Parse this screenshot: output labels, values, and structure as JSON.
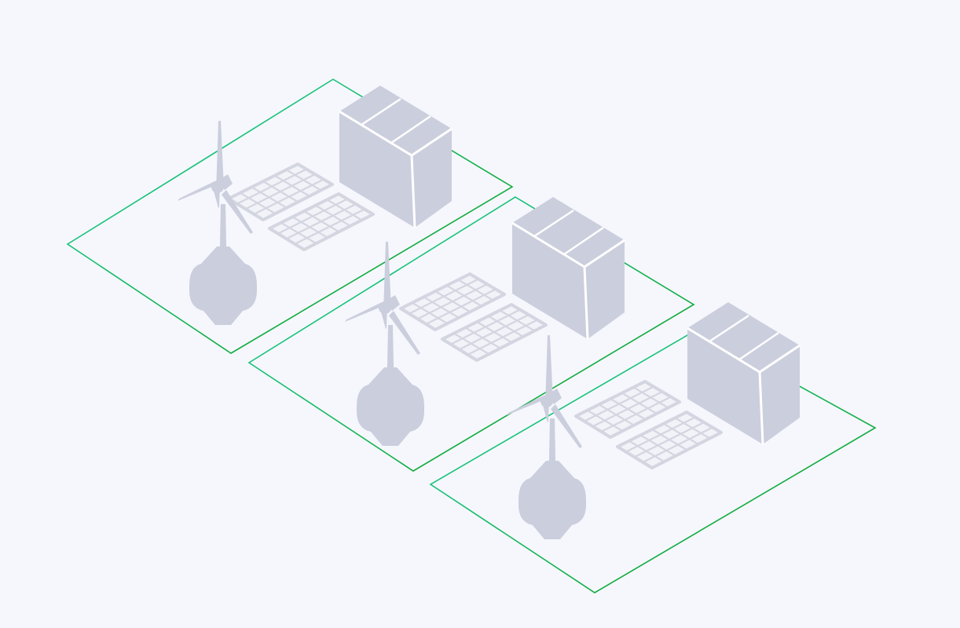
{
  "colors": {
    "background": "#f5f7fc",
    "shape_fill": "#cbcedd",
    "panel_fill": "#f2f3f8",
    "panel_stroke": "#d3d6e0",
    "outline_start": "#1ed4a4",
    "outline_end": "#0e9a14",
    "seam": "#ffffff"
  },
  "scene": {
    "sites": [
      {
        "id": "site-1",
        "components": [
          "plot-outline",
          "wind-turbine-icon",
          "solar-panel-icon",
          "solar-panel-icon",
          "battery-container-icon"
        ]
      },
      {
        "id": "site-2",
        "components": [
          "plot-outline",
          "wind-turbine-icon",
          "solar-panel-icon",
          "solar-panel-icon",
          "battery-container-icon"
        ]
      },
      {
        "id": "site-3",
        "components": [
          "plot-outline",
          "wind-turbine-icon",
          "solar-panel-icon",
          "solar-panel-icon",
          "battery-container-icon"
        ]
      }
    ]
  }
}
